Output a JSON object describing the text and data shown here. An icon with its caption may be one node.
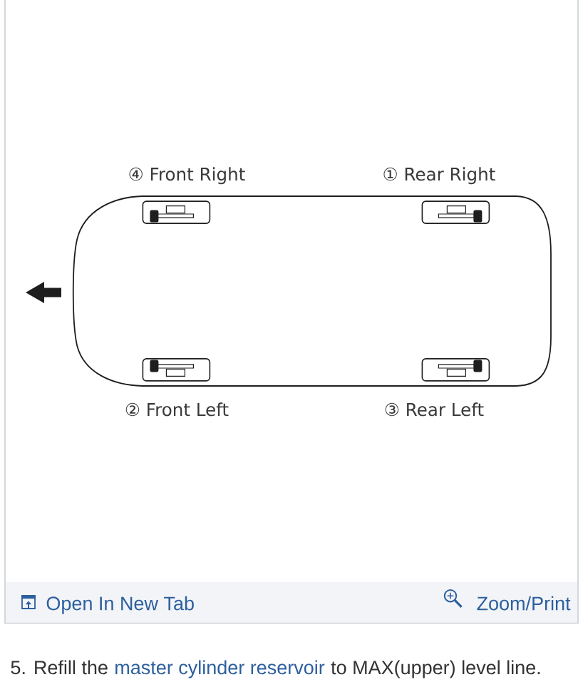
{
  "diagram": {
    "nodes": [
      {
        "text": [],
        "shape": "box",
        "beside": [
          "④ Front Right"
        ]
      },
      {
        "text": [],
        "shape": "box",
        "beside": [
          "① Rear Right"
        ]
      },
      {
        "text": [],
        "shape": "box",
        "beside": [
          "② Front Left"
        ]
      },
      {
        "text": [],
        "shape": "box",
        "beside": [
          "③ Rear Left"
        ]
      }
    ],
    "labels": [
      "Open In New Tab",
      "Zoom/Print",
      "5. Refill the",
      "master cylinder reservoir",
      "to MAX(upper) level line."
    ]
  }
}
